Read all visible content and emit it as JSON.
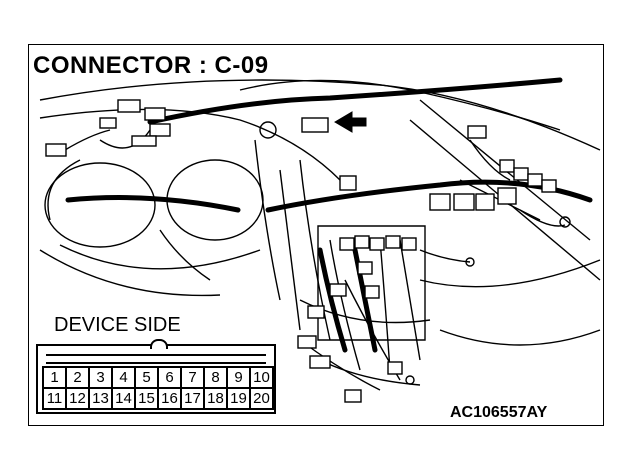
{
  "title": "CONNECTOR : C-09",
  "device_side_label": "DEVICE SIDE",
  "illustration_code": "AC106557AY",
  "connector_pins": {
    "row1": [
      "1",
      "2",
      "3",
      "4",
      "5",
      "6",
      "7",
      "8",
      "9",
      "10"
    ],
    "row2": [
      "11",
      "12",
      "13",
      "14",
      "15",
      "16",
      "17",
      "18",
      "19",
      "20"
    ]
  }
}
